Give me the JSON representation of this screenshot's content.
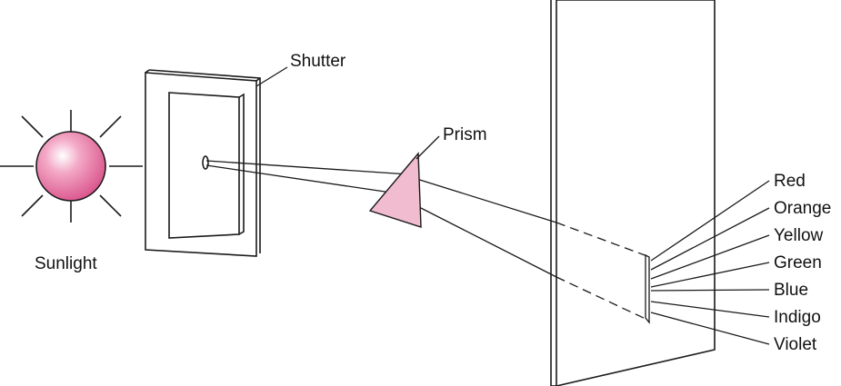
{
  "labels": {
    "sunlight": "Sunlight",
    "shutter": "Shutter",
    "prism": "Prism"
  },
  "spectrum": [
    "Red",
    "Orange",
    "Yellow",
    "Green",
    "Blue",
    "Indigo",
    "Violet"
  ],
  "colors": {
    "sun_fill": "#d9528a",
    "sun_highlight": "#ffffff",
    "prism_fill": "#f2bcd0",
    "stroke": "#1a1a1a"
  },
  "icons": {
    "sun": "sun-icon",
    "prism": "prism-icon"
  }
}
